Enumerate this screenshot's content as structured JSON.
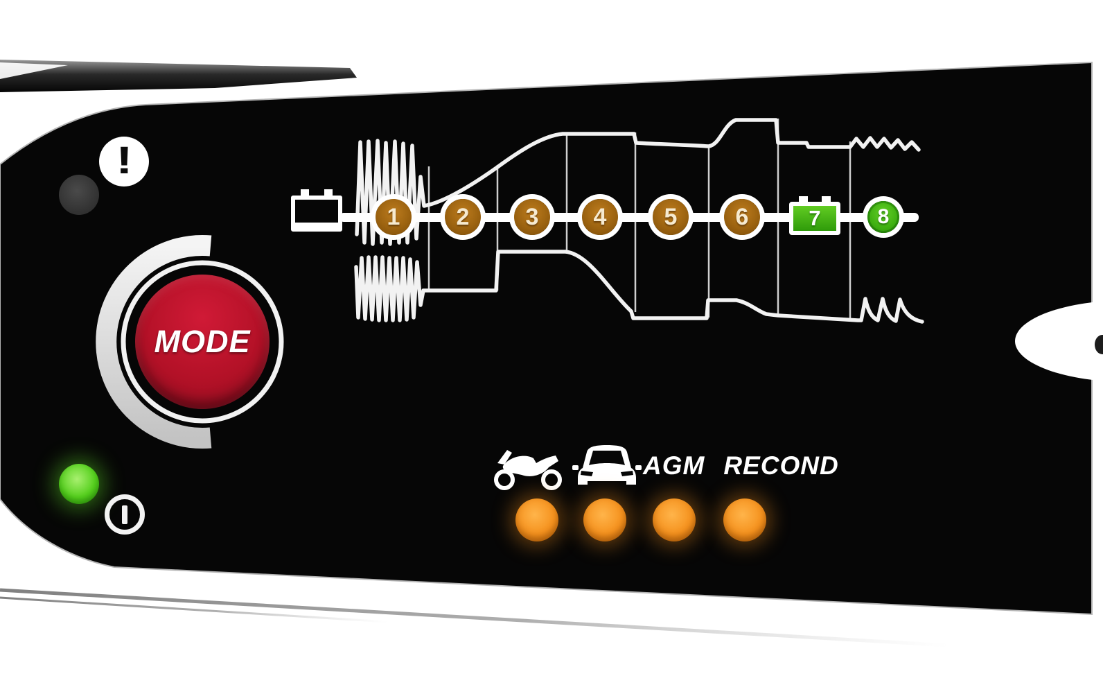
{
  "panel": {
    "type": "battery-charger-control-panel",
    "colors": {
      "panel_black": "#060606",
      "accent_red": "#b31127",
      "stage_orange": "#9c6310",
      "stage_green": "#3dae10",
      "led_orange": "#f5921e",
      "led_green": "#55cf1d",
      "diagram_line": "#f2f2f2"
    },
    "mode_button": {
      "label": "MODE"
    },
    "indicators": {
      "warning": {
        "icon": "exclamation-icon",
        "glyph": "!",
        "led_state": "off"
      },
      "power": {
        "icon": "power-icon",
        "led_state": "on",
        "led_color": "green"
      }
    },
    "charge_flow": {
      "source_icon": "battery-icon",
      "stages": [
        {
          "number": "1",
          "shape": "circle",
          "color": "orange"
        },
        {
          "number": "2",
          "shape": "circle",
          "color": "orange"
        },
        {
          "number": "3",
          "shape": "circle",
          "color": "orange"
        },
        {
          "number": "4",
          "shape": "circle",
          "color": "orange"
        },
        {
          "number": "5",
          "shape": "circle",
          "color": "orange"
        },
        {
          "number": "6",
          "shape": "circle",
          "color": "orange"
        },
        {
          "number": "7",
          "shape": "battery",
          "color": "green"
        },
        {
          "number": "8",
          "shape": "circle",
          "color": "green"
        }
      ]
    },
    "mode_selector": {
      "options": [
        {
          "id": "motorcycle",
          "icon": "motorcycle-icon",
          "label": null
        },
        {
          "id": "car",
          "icon": "car-icon",
          "label": null
        },
        {
          "id": "agm",
          "icon": null,
          "label": "AGM"
        },
        {
          "id": "recond",
          "icon": null,
          "label": "RECOND"
        }
      ],
      "leds": [
        {
          "state": "on",
          "color": "orange"
        },
        {
          "state": "on",
          "color": "orange"
        },
        {
          "state": "on",
          "color": "orange"
        },
        {
          "state": "on",
          "color": "orange"
        }
      ]
    }
  }
}
